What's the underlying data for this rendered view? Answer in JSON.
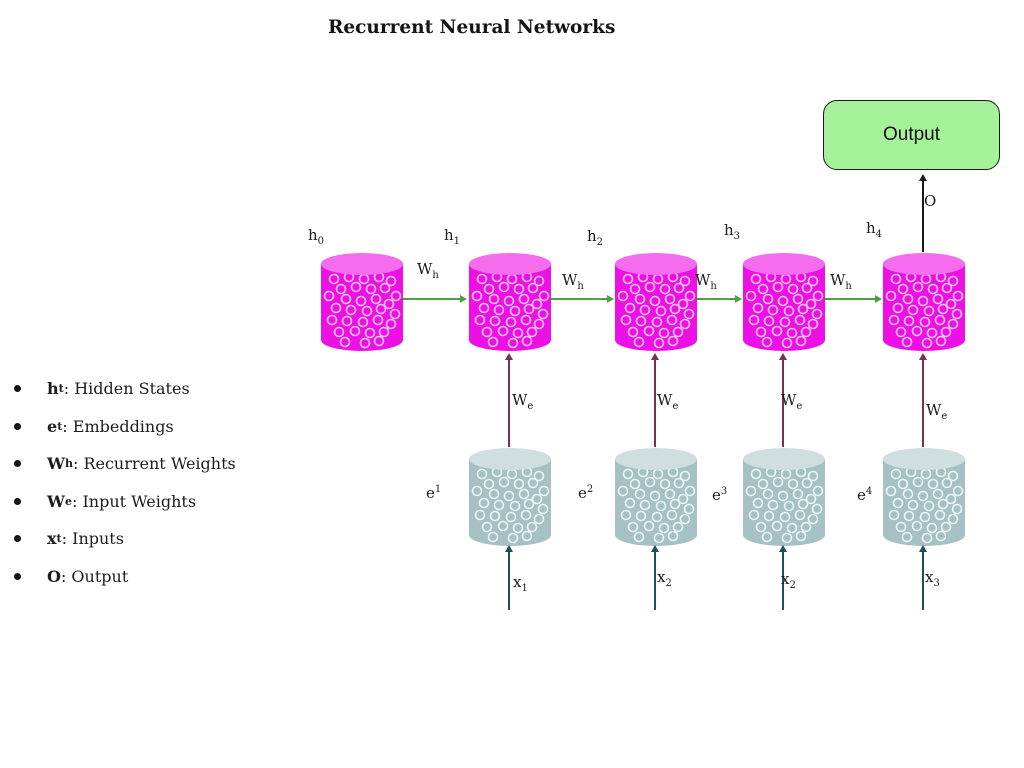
{
  "title": "Recurrent Neural Networks",
  "output_box": {
    "label": "Output"
  },
  "output_arrow": {
    "label": "O"
  },
  "hidden_nodes": [
    {
      "base": "h",
      "sub": "0"
    },
    {
      "base": "h",
      "sub": "1"
    },
    {
      "base": "h",
      "sub": "2"
    },
    {
      "base": "h",
      "sub": "3"
    },
    {
      "base": "h",
      "sub": "4"
    }
  ],
  "recurrent_weight_labels": [
    {
      "base": "W",
      "sub": "h"
    },
    {
      "base": "W",
      "sub": "h"
    },
    {
      "base": "W",
      "sub": "h"
    },
    {
      "base": "W",
      "sub": "h"
    }
  ],
  "input_weight_labels": [
    {
      "base": "W",
      "sub": "e"
    },
    {
      "base": "W",
      "sub": "e"
    },
    {
      "base": "W",
      "sub": "e"
    },
    {
      "base": "W",
      "sub": "e"
    }
  ],
  "embedding_nodes": [
    {
      "base": "e",
      "sup": "1"
    },
    {
      "base": "e",
      "sup": "2"
    },
    {
      "base": "e",
      "sup": "3"
    },
    {
      "base": "e",
      "sup": "4"
    }
  ],
  "input_labels": [
    {
      "base": "x",
      "sub": "1"
    },
    {
      "base": "x",
      "sub": "2"
    },
    {
      "base": "x",
      "sub": "2"
    },
    {
      "base": "x",
      "sub": "3"
    }
  ],
  "legend": {
    "items": [
      {
        "symbol": "h",
        "sub": "t",
        "desc": ": Hidden States"
      },
      {
        "symbol": "e",
        "sub": "t",
        "desc": ": Embeddings"
      },
      {
        "symbol": "W",
        "sub": "h",
        "desc": ": Recurrent Weights"
      },
      {
        "symbol": "W",
        "sub": "e",
        "desc": ": Input Weights"
      },
      {
        "symbol": "x",
        "sub": "t",
        "desc": ": Inputs"
      },
      {
        "symbol": "O",
        "sub": "",
        "desc": ": Output"
      }
    ]
  },
  "colors": {
    "hidden_body": "#ED10E5",
    "hidden_top": "#F56CEE",
    "embedding_body": "#A5C1C4",
    "embedding_top": "#CFDFE0",
    "output_fill": "#A5F29A",
    "recurrent_arrow": "#4E9E44",
    "input_weight_arrow": "#7C2F50",
    "input_arrow": "#1E4F61",
    "output_arrow": "#1A1A1A"
  }
}
